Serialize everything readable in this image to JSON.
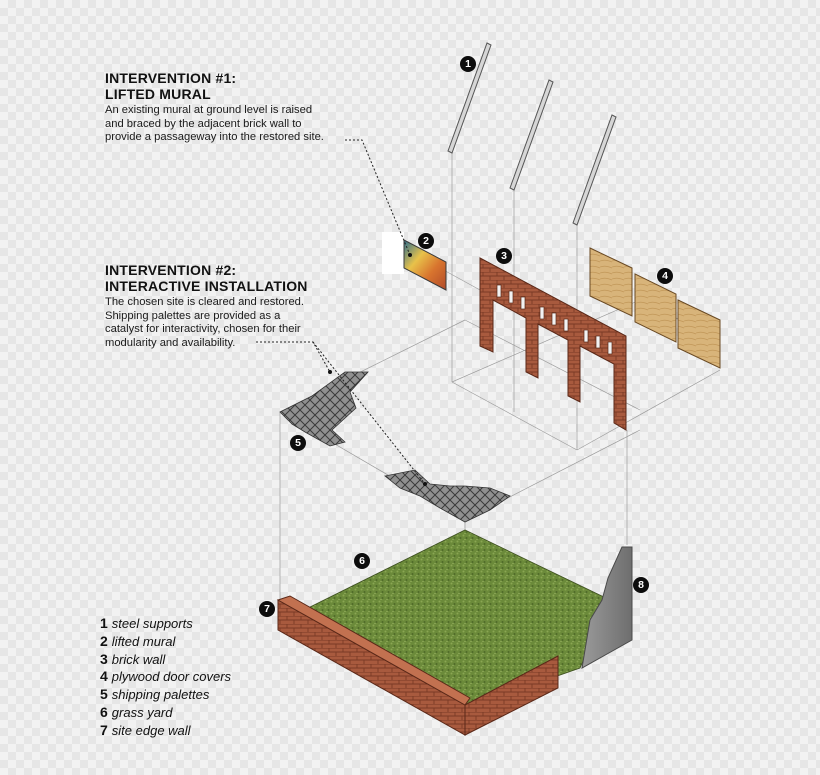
{
  "interventions": [
    {
      "title_line1": "INTERVENTION #1:",
      "title_line2": "LIFTED MURAL",
      "desc_lines": [
        "An existing mural at ground level is raised",
        "and braced by the adjacent brick wall to",
        "provide a passageway into the restored site."
      ]
    },
    {
      "title_line1": "INTERVENTION #2:",
      "title_line2": "INTERACTIVE INSTALLATION",
      "desc_lines": [
        "The chosen site is cleared and restored.",
        "Shipping palettes are provided as a",
        "catalyst for interactivity, chosen for their",
        "modularity and availability."
      ]
    }
  ],
  "markers": [
    "1",
    "2",
    "3",
    "4",
    "5",
    "6",
    "7",
    "8"
  ],
  "legend": [
    {
      "num": "1",
      "label": "steel supports"
    },
    {
      "num": "2",
      "label": "lifted mural"
    },
    {
      "num": "3",
      "label": "brick wall"
    },
    {
      "num": "4",
      "label": "plywood door covers"
    },
    {
      "num": "5",
      "label": "shipping palettes"
    },
    {
      "num": "6",
      "label": "grass yard"
    },
    {
      "num": "7",
      "label": "site edge wall"
    }
  ],
  "colors": {
    "brick": "#a8563c",
    "grass": "#6f8a3c",
    "plywood": "#d9b67e",
    "concrete": "#8d8d8d",
    "palette": "#8a8a8a",
    "marker": "#0d0d0d"
  }
}
